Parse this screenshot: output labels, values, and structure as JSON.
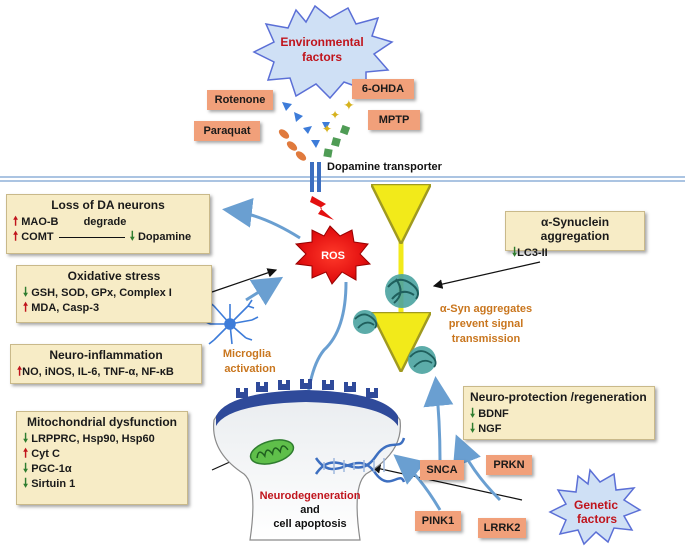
{
  "environmental": {
    "line1": "Environmental",
    "line2": "factors"
  },
  "genetic": {
    "line1": "Genetic",
    "line2": "factors"
  },
  "toxins": {
    "rotenone": "Rotenone",
    "ohda": "6-OHDA",
    "paraquat": "Paraquat",
    "mptp": "MPTP"
  },
  "transporter": "Dopamine transporter",
  "ros": "ROS",
  "loss_da": {
    "title": "Loss of DA neurons",
    "maob": "MAO-B",
    "degrade": "degrade",
    "comt": "COMT",
    "dopamine": "Dopamine"
  },
  "oxidative": {
    "title": "Oxidative stress",
    "line1": "GSH, SOD, GPx, Complex I",
    "line2": "MDA, Casp-3"
  },
  "neuroinflam": {
    "title": "Neuro-inflammation",
    "line1": "NO, iNOS, IL-6, TNF-α, NF-κB"
  },
  "microglia": {
    "line1": "Microglia",
    "line2": "activation"
  },
  "mito": {
    "title": "Mitochondrial dysfunction",
    "items": [
      "LRPPRC, Hsp90, Hsp60",
      "Cyt C",
      "PGC-1α",
      "Sirtuin 1"
    ]
  },
  "synuclein": {
    "title": "α-Synuclein aggregation",
    "line1": "LC3-II"
  },
  "aggregates": {
    "line1": "α-Syn aggregates",
    "line2": "prevent signal",
    "line3": "transmission"
  },
  "neuroprotect": {
    "title": "Neuro-protection /regeneration",
    "line1": "BDNF",
    "line2": "NGF"
  },
  "neurodegen": {
    "line1": "Neurodegeneration",
    "line2": "and",
    "line3": "cell apoptosis"
  },
  "genes": {
    "snca": "SNCA",
    "prkn": "PRKN",
    "pink1": "PINK1",
    "lrrk2": "LRRK2"
  },
  "colors": {
    "burst_fill": "#cfe0f5",
    "burst_stroke": "#5b6fd6",
    "title_red": "#c0141c",
    "tag_orange": "#f1a07a",
    "box_fill": "#f7ecc6",
    "arrow_blue": "#6a9fd1",
    "aggregate_orange": "#c9761e"
  }
}
